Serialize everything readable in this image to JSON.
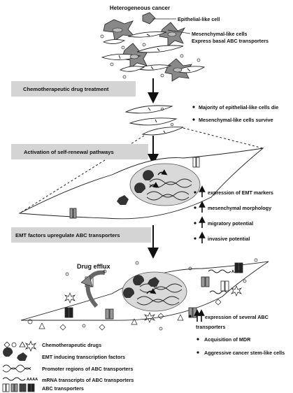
{
  "title": "Heterogeneous cancer",
  "top_labels": {
    "epithelial": "Epithelial-like cell",
    "mesenchymal": "Mesenchymal-like cells",
    "basal": "Express basal ABC transporters"
  },
  "steps": [
    {
      "banner": "Chemotherapeutic drug treatment",
      "outcomes": [
        "Majority of epithelial-like cells die",
        "Mesenchymal-like cells survive"
      ]
    },
    {
      "banner": "Activation of self-renewal pathways",
      "outcomes": [
        "expression of EMT markers",
        "mesenchymal morphology",
        "migratory potential",
        "invasive potential"
      ]
    },
    {
      "banner": "EMT factors upregulate ABC transporters",
      "outcomes": [
        "expression of several ABC",
        "transporters",
        "Acquisition of MDR",
        "Aggressive cancer stem-like cells"
      ]
    }
  ],
  "drug_efflux": "Drug efflux",
  "mrna_label": "AAAA",
  "legend": [
    {
      "label": "Chemotherapeutic drugs"
    },
    {
      "label": "EMT inducing transcription factors"
    },
    {
      "label": "Promoter regions of ABC transporters"
    },
    {
      "label": "mRNA transcripts of ABC transporters"
    },
    {
      "label": "ABC transporters"
    }
  ],
  "colors": {
    "banner": "#d4d4d4",
    "cell_dark": "#888888",
    "nucleus": "#d9d9d9",
    "ink": "#111111"
  }
}
